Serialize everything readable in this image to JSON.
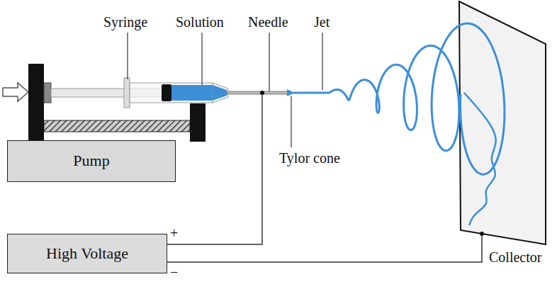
{
  "diagram": {
    "nodes": [
      {
        "text": [
          "Pump"
        ]
      },
      {
        "text": [
          "High Voltage"
        ]
      }
    ],
    "labels": [
      "Syringe",
      "Solution",
      "Needle",
      "Jet",
      "Tylor cone",
      "+",
      "−",
      "Collector"
    ]
  }
}
